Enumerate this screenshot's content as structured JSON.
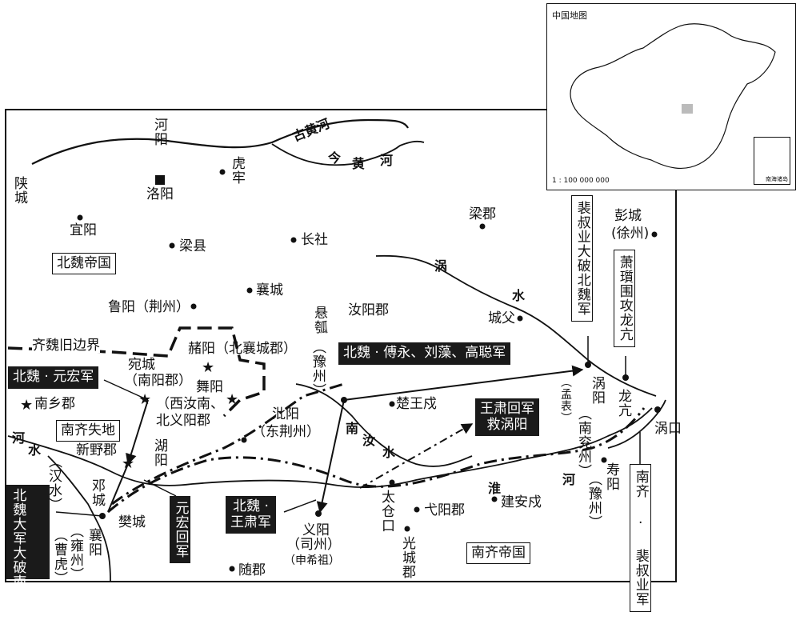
{
  "inset": {
    "title": "中国地图",
    "scale": "1 : 100 000 000",
    "south_sea": "南海诸岛"
  },
  "regions": {
    "north_wei": "北魏帝国",
    "south_qi_lost": "南齐失地",
    "south_qi": "南齐帝国",
    "border": "齐魏旧边界"
  },
  "rivers": {
    "old_yellow": "古黄河",
    "now_yellow_1": "今",
    "now_yellow_2": "黄",
    "now_yellow_3": "河",
    "guo_1": "涡",
    "guo_2": "水",
    "ru_1": "南",
    "ru_2": "汝",
    "ru_3": "水",
    "huai_1": "淮",
    "huai_2": "河",
    "han_1": "河",
    "han_2": "水",
    "hanshui": "（汉水）"
  },
  "places": {
    "heyang": "河阳",
    "luoyang": "洛阳",
    "hulao": "虎牢",
    "shancheng": "陕城",
    "yiyang": "宜阳",
    "liangxian": "梁县",
    "changshe": "长社",
    "liangjun": "梁郡",
    "pengcheng_1": "彭城",
    "pengcheng_2": "(徐州)",
    "xiangcheng": "襄城",
    "luyang": "鲁阳（荆州）",
    "xuanhu_1": "悬瓠",
    "xuanhu_2": "（豫州）",
    "ruyangjun": "汝阳郡",
    "chengfu": "城父",
    "zheyang": "赭阳（北襄城郡）",
    "wancheng_1": "宛城",
    "wancheng_2": "（南阳郡）",
    "wuyin": "舞阳",
    "xiru_1": "（西汝南、",
    "xiru_2": "北义阳郡",
    "nanxiang": "南乡郡",
    "biyang_1": "沘阳",
    "biyang_2": "（东荆州）",
    "chuwang": "楚王戍",
    "guoyang_1": "涡阳",
    "guoyang_2": "（南兖州）",
    "mengbiao": "（孟表）",
    "longkang": "龙亢",
    "guokou": "涡口",
    "xinye": "新野郡",
    "huyang": "湖阳",
    "dengcheng": "邓城",
    "fancheng": "樊城",
    "xiangyang": "襄阳",
    "yongzhou": "（雍州）",
    "caohu": "（曹虎）",
    "yiyang2_1": "义阳",
    "yiyang2_2": "（司州）",
    "shenxizu": "（申希祖）",
    "taicangkou": "太仓口",
    "yiyangjun": "弋阳郡",
    "jiananshu": "建安戍",
    "guangchengjun": "光城郡",
    "shouyang": "寿阳",
    "yuzhou": "（豫州）",
    "suijun": "随郡"
  },
  "armies": {
    "peishuye": "裴叔业大破北魏军",
    "xiaozhi": "萧瓆围攻龙亢",
    "fu_liu_gao": "北魏 · 傅永、刘藻、高聪军",
    "yuanhong": "北魏 · 元宏军",
    "wangsu_rescue_1": "王肃回军",
    "wangsu_rescue_2": "救涡阳",
    "wangsu_1": "北魏 ·",
    "wangsu_2": "王肃军",
    "yuanhong_return": "元宏回军",
    "wei_defeat": "北魏大军大破南齐守军",
    "qi_peishuye": "南齐 · 裴叔业军"
  }
}
